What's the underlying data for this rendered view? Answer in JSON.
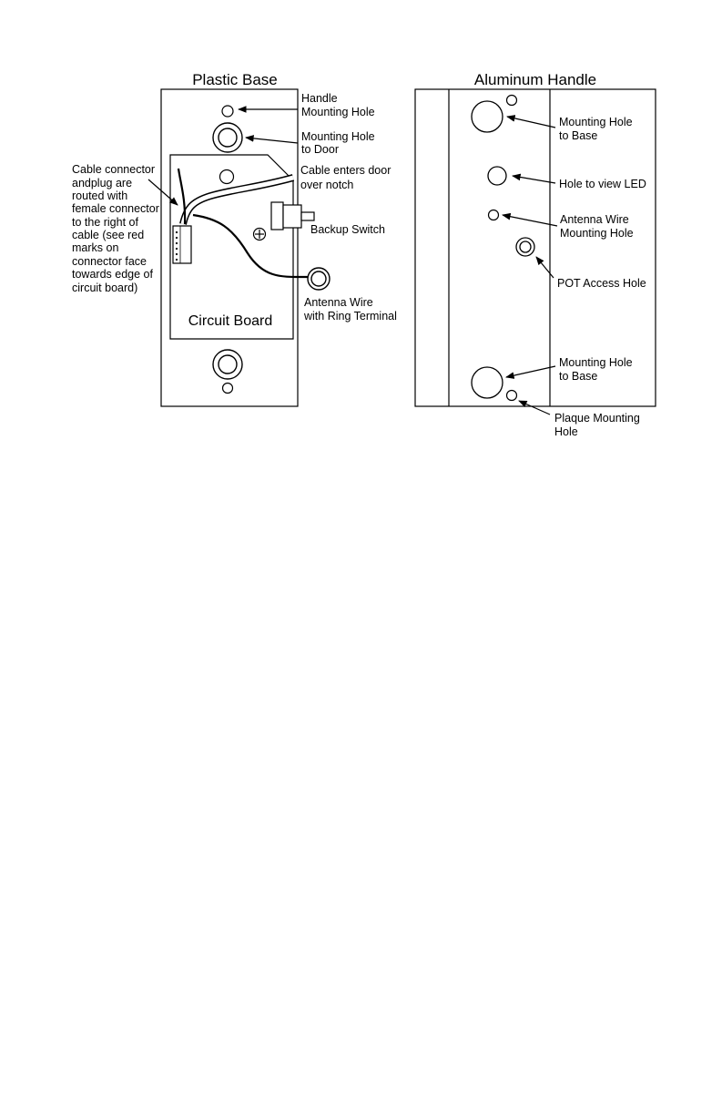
{
  "plastic_base": {
    "title": "Plastic Base",
    "circuit_board_label": "Circuit Board",
    "labels": {
      "handle_mounting_hole": [
        "Handle",
        "Mounting Hole"
      ],
      "mounting_hole_to_door": [
        "Mounting Hole",
        "to Door"
      ],
      "cable_enters": [
        "Cable enters door",
        "over notch"
      ],
      "backup_switch": [
        "Backup Switch"
      ],
      "antenna_wire": [
        "Antenna Wire",
        "with Ring Terminal"
      ],
      "cable_connector": [
        "Cable connector",
        "andplug are",
        "routed with",
        "female connector",
        "to the right of",
        "cable (see red",
        "marks on",
        "connector face",
        "towards edge of",
        "circuit board)"
      ]
    }
  },
  "aluminum_handle": {
    "title": "Aluminum Handle",
    "labels": {
      "mounting_hole_to_base_top": [
        "Mounting Hole",
        "to Base"
      ],
      "hole_to_view_led": [
        "Hole to view LED"
      ],
      "antenna_wire_mounting_hole": [
        "Antenna Wire",
        "Mounting Hole"
      ],
      "pot_access_hole": [
        "POT Access Hole"
      ],
      "mounting_hole_to_base_bottom": [
        "Mounting Hole",
        "to Base"
      ],
      "plaque_mounting_hole": [
        "Plaque Mounting",
        "Hole"
      ]
    }
  }
}
